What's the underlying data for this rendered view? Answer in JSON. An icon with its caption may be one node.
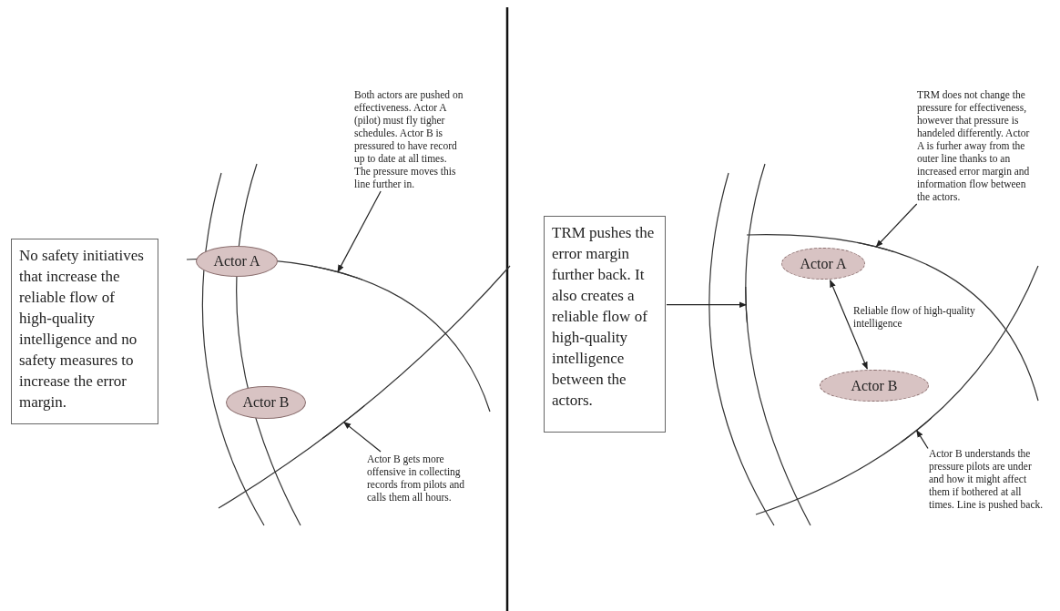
{
  "diagram": {
    "nodes": [
      {
        "text": [
          "No safety initiatives that increase the reliable flow of high-quality intelligence and no safety measures to increase the error margin."
        ]
      },
      {
        "text": [
          "Actor A"
        ]
      },
      {
        "text": [
          "Actor B"
        ]
      },
      {
        "text": [
          "Both actors are pushed on effectiveness. Actor A (pilot) must fly tigher schedules. Actor B is pressured to have record up to date at all times. The pressure moves this line further in."
        ]
      },
      {
        "text": [
          "Actor B gets more offensive in collecting records from pilots and calls them all hours."
        ]
      },
      {
        "text": [
          "TRM pushes the error margin further back. It also creates a reliable flow of high-quality intelligence between the actors."
        ]
      },
      {
        "text": [
          "Actor A"
        ]
      },
      {
        "text": [
          "Actor B"
        ]
      },
      {
        "text": [
          "TRM does not change the pressure for effectiveness, however that pressure is handeled differently. Actor A is furher away from the outer line thanks to an increased error margin and information flow between the actors."
        ]
      },
      {
        "text": [
          "Actor B understands the pressure pilots are under and how it might affect them if bothered at all times. Line is pushed back."
        ]
      },
      {
        "text": [],
        "shape": "curve"
      },
      {
        "text": [],
        "shape": "curve"
      },
      {
        "text": [],
        "shape": "curve"
      },
      {
        "text": [],
        "shape": "curve"
      },
      {
        "text": [],
        "shape": "curve"
      }
    ],
    "edges": [
      {
        "from": 3,
        "to": 10,
        "arrow": "to"
      },
      {
        "from": 4,
        "to": 11,
        "arrow": "to"
      },
      {
        "from": 5,
        "to": 12,
        "arrow": "to"
      },
      {
        "from": 6,
        "to": 7,
        "arrow": "both",
        "label": "Reliable flow of high-quality intelligence"
      },
      {
        "from": 8,
        "to": 13,
        "arrow": "to"
      },
      {
        "from": 9,
        "to": 14,
        "arrow": "to"
      }
    ]
  }
}
